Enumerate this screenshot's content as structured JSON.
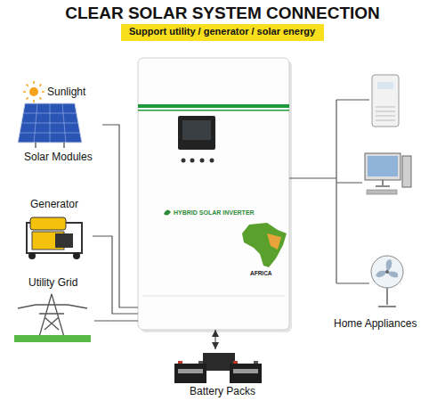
{
  "diagram": {
    "title": "CLEAR SOLAR SYSTEM CONNECTION",
    "nodes": [
      {
        "text": [
          "Support utility / generator / solar energy"
        ]
      },
      {
        "text": [
          "Solar Modules"
        ]
      },
      {
        "text": [
          "Generator"
        ]
      },
      {
        "text": [
          "Utility Grid"
        ]
      },
      {
        "text": [
          "HYBRID SOLAR INVERTER",
          "AFRICA"
        ]
      },
      {
        "text": [
          "Home Appliances"
        ]
      },
      {
        "text": [
          "Battery Packs"
        ]
      }
    ],
    "edges": [
      {
        "from": 1,
        "to": 4,
        "arrow": "none"
      },
      {
        "from": 2,
        "to": 4,
        "arrow": "none"
      },
      {
        "from": 3,
        "to": 4,
        "arrow": "none"
      },
      {
        "from": 4,
        "to": 5,
        "arrow": "none"
      },
      {
        "from": 4,
        "to": 6,
        "arrow": "both"
      }
    ],
    "labels": [
      "Sunlight"
    ]
  }
}
